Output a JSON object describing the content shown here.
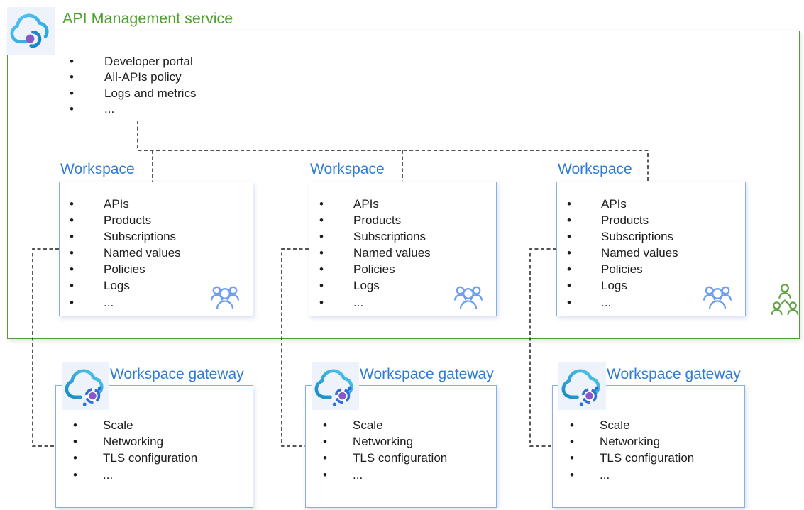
{
  "service": {
    "title": "API Management service",
    "items": [
      "Developer portal",
      "All-APIs policy",
      "Logs and metrics",
      "..."
    ]
  },
  "workspaces": [
    {
      "title": "Workspace",
      "items": [
        "APIs",
        "Products",
        "Subscriptions",
        "Named values",
        "Policies",
        "Logs",
        "..."
      ]
    },
    {
      "title": "Workspace",
      "items": [
        "APIs",
        "Products",
        "Subscriptions",
        "Named values",
        "Policies",
        "Logs",
        "..."
      ]
    },
    {
      "title": "Workspace",
      "items": [
        "APIs",
        "Products",
        "Subscriptions",
        "Named values",
        "Policies",
        "Logs",
        "..."
      ]
    }
  ],
  "gateways": [
    {
      "title": "Workspace gateway",
      "items": [
        "Scale",
        "Networking",
        "TLS configuration",
        "..."
      ]
    },
    {
      "title": "Workspace gateway",
      "items": [
        "Scale",
        "Networking",
        "TLS configuration",
        "..."
      ]
    },
    {
      "title": "Workspace gateway",
      "items": [
        "Scale",
        "Networking",
        "TLS configuration",
        "..."
      ]
    }
  ],
  "icons": {
    "service": "api-management-cloud-icon",
    "gateway": "gateway-cloud-icon",
    "workspace_members": "people-group-icon",
    "service_members": "org-people-icon"
  },
  "colors": {
    "title_green": "#4da02f",
    "border_green": "#569a3a",
    "title_blue": "#2e7bd6",
    "border_blue": "#88aee9",
    "connector_gray": "#3d3d3d",
    "people_blue": "#6d9ef1",
    "people_green": "#61a344",
    "icon_cloud_blue": "#3db4e8",
    "icon_purple": "#8a57c6"
  }
}
